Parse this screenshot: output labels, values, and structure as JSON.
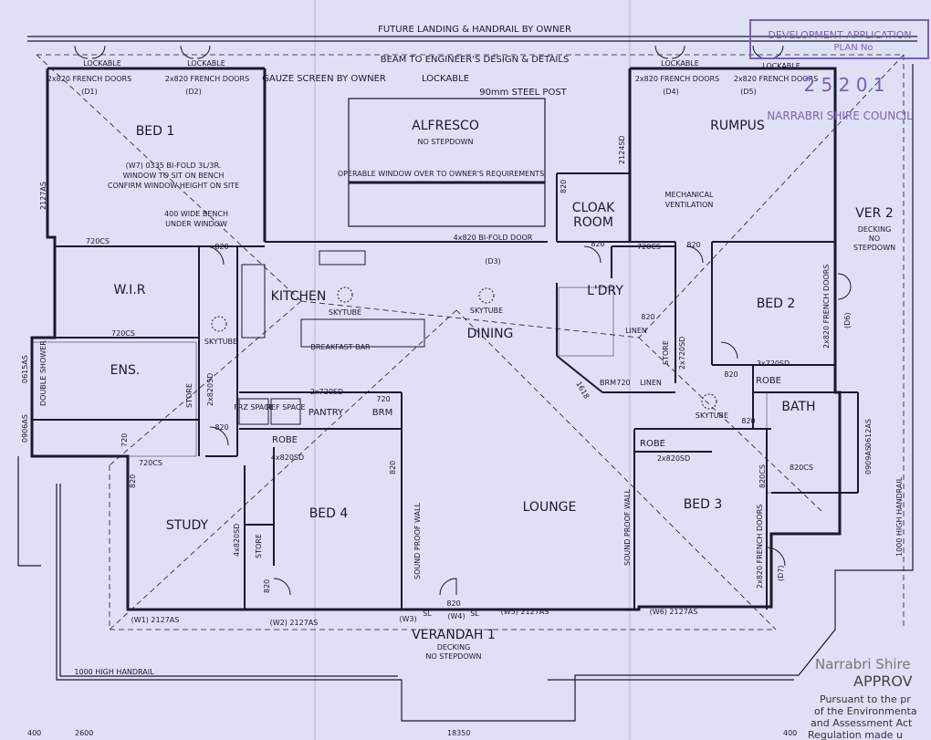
{
  "notes": {
    "future_landing": "FUTURE LANDING & HANDRAIL BY OWNER",
    "beam": "BEAM TO ENGINEER'S DESIGN & DETAILS",
    "gauze": "GAUZE SCREEN BY OWNER",
    "steel_post": "90mm STEEL POST",
    "operable_window": "OPERABLE WINDOW OVER TO OWNER'S REQUIREMENTS",
    "w7_line1": "(W7) 0335 BI-FOLD 3L/3R.",
    "w7_line2": "WINDOW TO SIT ON BENCH",
    "w7_line3": "CONFIRM WINDOW HEIGHT ON SITE",
    "bench_line1": "400 WIDE BENCH",
    "bench_line2": "UNDER WINDOW",
    "bifold": "4x820 BI-FOLD DOOR",
    "mech_line1": "MECHANICAL",
    "mech_line2": "VENTILATION",
    "handrail_bottom": "1000 HIGH HANDRAIL",
    "handrail_right": "1000 HIGH HANDRAIL",
    "no_stepdown": "NO STEPDOWN",
    "decking": "DECKING"
  },
  "stamp": {
    "line1": "DEVELOPMENT APPLICATION",
    "line2": "PLAN No",
    "council": "NARRABRI SHIRE COUNCIL",
    "date": "2 5 2 0 1",
    "approval_line1": "Narrabri Shire",
    "approval_line2": "APPROV",
    "approval_line3": "Pursuant to the pr",
    "approval_line4": "of the Environmenta",
    "approval_line5": "and Assessment Act",
    "approval_line6": "Regulation made u"
  },
  "rooms": {
    "bed1": "BED 1",
    "alfresco": "ALFRESCO",
    "rumpus": "RUMPUS",
    "cloak": "CLOAK",
    "room": "ROOM",
    "ver2": "VER 2",
    "wir": "W.I.R",
    "kitchen": "KITCHEN",
    "dining": "DINING",
    "ldry": "L'DRY",
    "bed2": "BED 2",
    "ens": "ENS.",
    "store": "STORE",
    "linen": "LINEN",
    "pantry": "PANTRY",
    "brm": "BRM",
    "bath": "BATH",
    "robe": "ROBE",
    "study": "STUDY",
    "bed4": "BED 4",
    "lounge": "LOUNGE",
    "bed3": "BED 3",
    "verandah1": "VERANDAH 1",
    "frz_space": "FRZ SPACE",
    "ref_space": "REF SPACE",
    "skytube": "SKYTUBE",
    "breakfast_bar": "BREAKFAST BAR",
    "double_shower": "DOUBLE SHOWER",
    "sound_proof_wall": "SOUND PROOF WALL"
  },
  "labels": {
    "lockable": "LOCKABLE",
    "french_doors_2x820": "2x820 FRENCH DOORS",
    "d1": "(D1)",
    "d2": "(D2)",
    "d3": "(D3)",
    "d4": "(D4)",
    "d5": "(D5)",
    "d6": "(D6)",
    "d7": "(D7)",
    "w1": "(W1) 2127AS",
    "w2": "(W2) 2127AS",
    "w3": "(W3)",
    "w4": "(W4)",
    "w5": "(W5) 2127AS",
    "w6": "(W6) 2127AS",
    "sl": "SL",
    "d_820": "820",
    "d_720": "720",
    "d_720cs": "720CS",
    "d_820cs": "820CS",
    "d_2x720sd": "2x720SD",
    "d_4x820sd": "4x820SD",
    "d_3x720sd": "3x720SD",
    "d_2x820sd": "2x820SD",
    "d_2127as": "2127AS",
    "d_2124sd": "2124SD",
    "d_0615as": "0615AS",
    "d_0906as": "0906AS",
    "d_0612as": "0612AS",
    "d_0909as": "0909AS",
    "d_1618": "1618",
    "dim_400": "400",
    "dim_2600": "2600",
    "dim_18350": "18350"
  },
  "colors": {
    "paper": "#dfe0f6",
    "ink": "#1a1a2e",
    "stamp": "#7a5fb3"
  }
}
